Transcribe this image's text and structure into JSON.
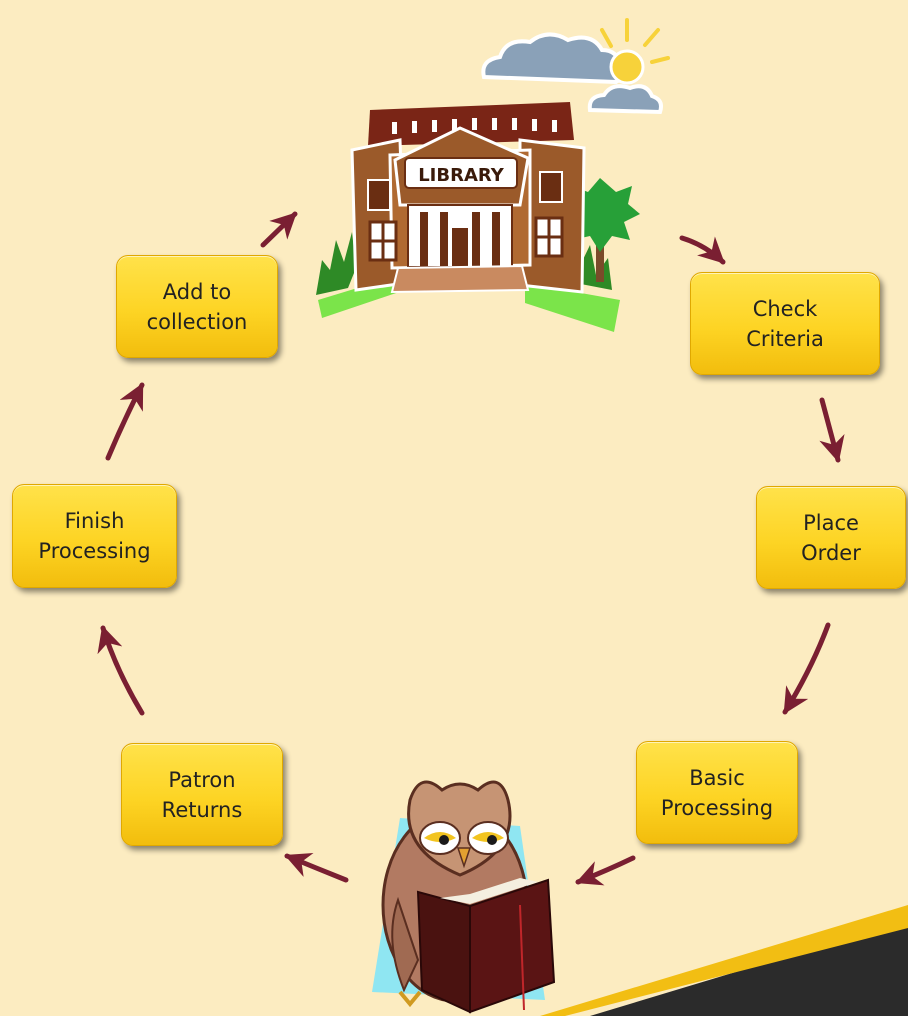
{
  "nodes": {
    "add": "Add to\ncollection",
    "check": "Check\nCriteria",
    "place": "Place\nOrder",
    "basic": "Basic\nProcessing",
    "patron": "Patron\nReturns",
    "finish": "Finish\nProcessing"
  },
  "library_sign": "LIBRARY",
  "colors": {
    "background": "#fcecc1",
    "box_fill": "#fdd424",
    "box_border": "#e0a800",
    "arrow": "#7a1f32",
    "stripe_dark": "#2a2a2a",
    "stripe_gold": "#f2be13"
  }
}
